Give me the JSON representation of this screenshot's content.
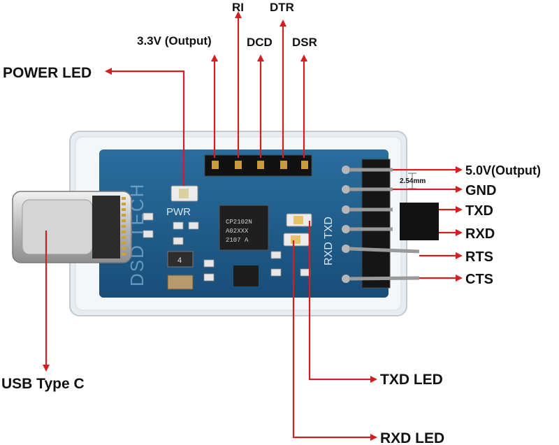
{
  "labels": {
    "power_led": "POWER LED",
    "v33": "3.3V (Output)",
    "ri": "RI",
    "dcd": "DCD",
    "dtr": "DTR",
    "dsr": "DSR",
    "v50": "5.0V(Output)",
    "gnd": "GND",
    "txd": "TXD",
    "rxd": "RXD",
    "rts": "RTS",
    "cts": "CTS",
    "usb": "USB Type C",
    "txd_led": "TXD LED",
    "rxd_led": "RXD LED",
    "pitch": "2.54mm"
  },
  "board_text": {
    "brand": "DSD TECH",
    "pwr": "PWR",
    "rxd_txd": "RXD TXD",
    "chip_line1": "CP2102N",
    "chip_line2": "A02XXX",
    "chip_line3": "2107 A",
    "res_marking": "4"
  },
  "colors": {
    "arrow": "#d21f1f",
    "pcb": "#1f5f8f",
    "case": "#e9eef2"
  }
}
